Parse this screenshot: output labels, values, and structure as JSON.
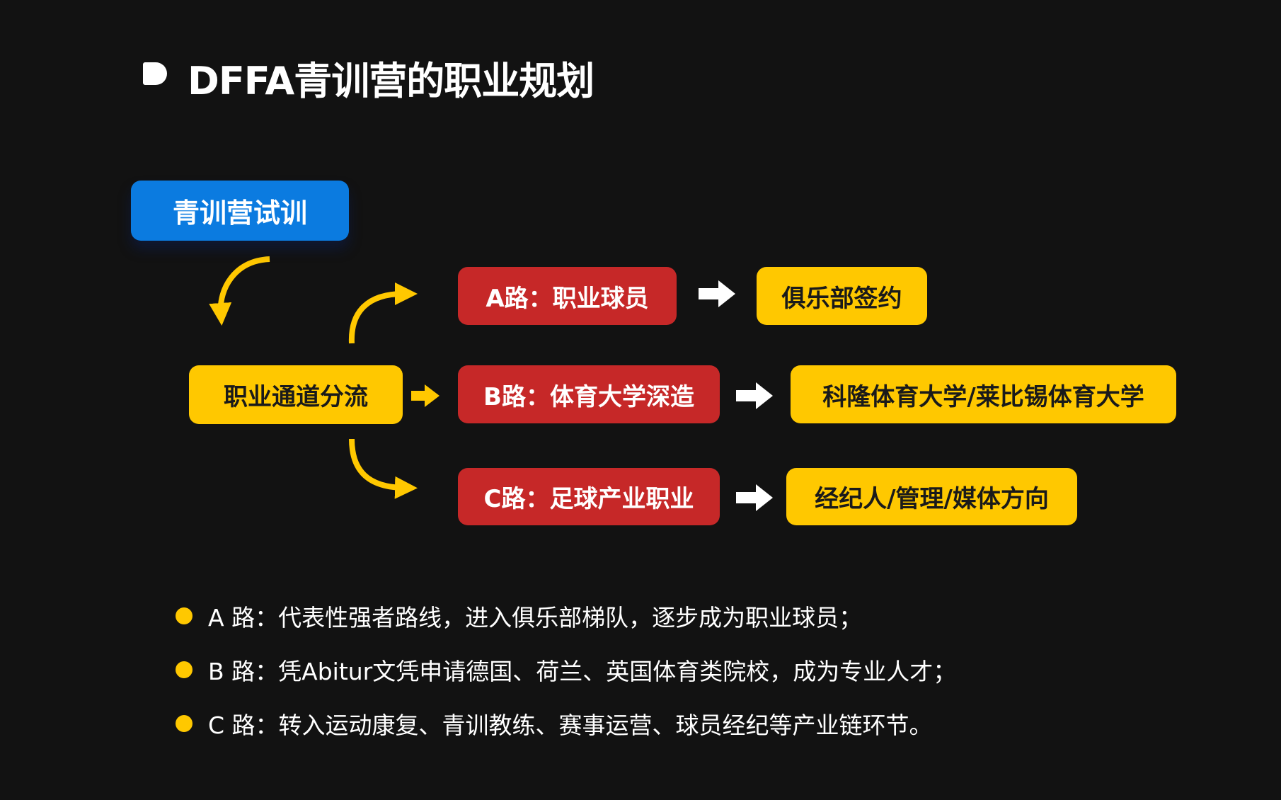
{
  "title": "DFFA青训营的职业规划",
  "colors": {
    "background": "#121212",
    "blue": "#0b7be0",
    "yellow": "#ffc800",
    "red": "#c62828",
    "white": "#ffffff"
  },
  "flow": {
    "start": "青训营试训",
    "split": "职业通道分流",
    "paths": [
      {
        "label": "A路：职业球员",
        "outcome": "俱乐部签约"
      },
      {
        "label": "B路：体育大学深造",
        "outcome": "科隆体育大学/莱比锡体育大学"
      },
      {
        "label": "C路：足球产业职业",
        "outcome": "经纪人/管理/媒体方向"
      }
    ]
  },
  "notes": [
    "A 路：代表性强者路线，进入俱乐部梯队，逐步成为职业球员；",
    "B 路：凭Abitur文凭申请德国、荷兰、英国体育类院校，成为专业人才；",
    "C 路：转入运动康复、青训教练、赛事运营、球员经纪等产业链环节。"
  ]
}
